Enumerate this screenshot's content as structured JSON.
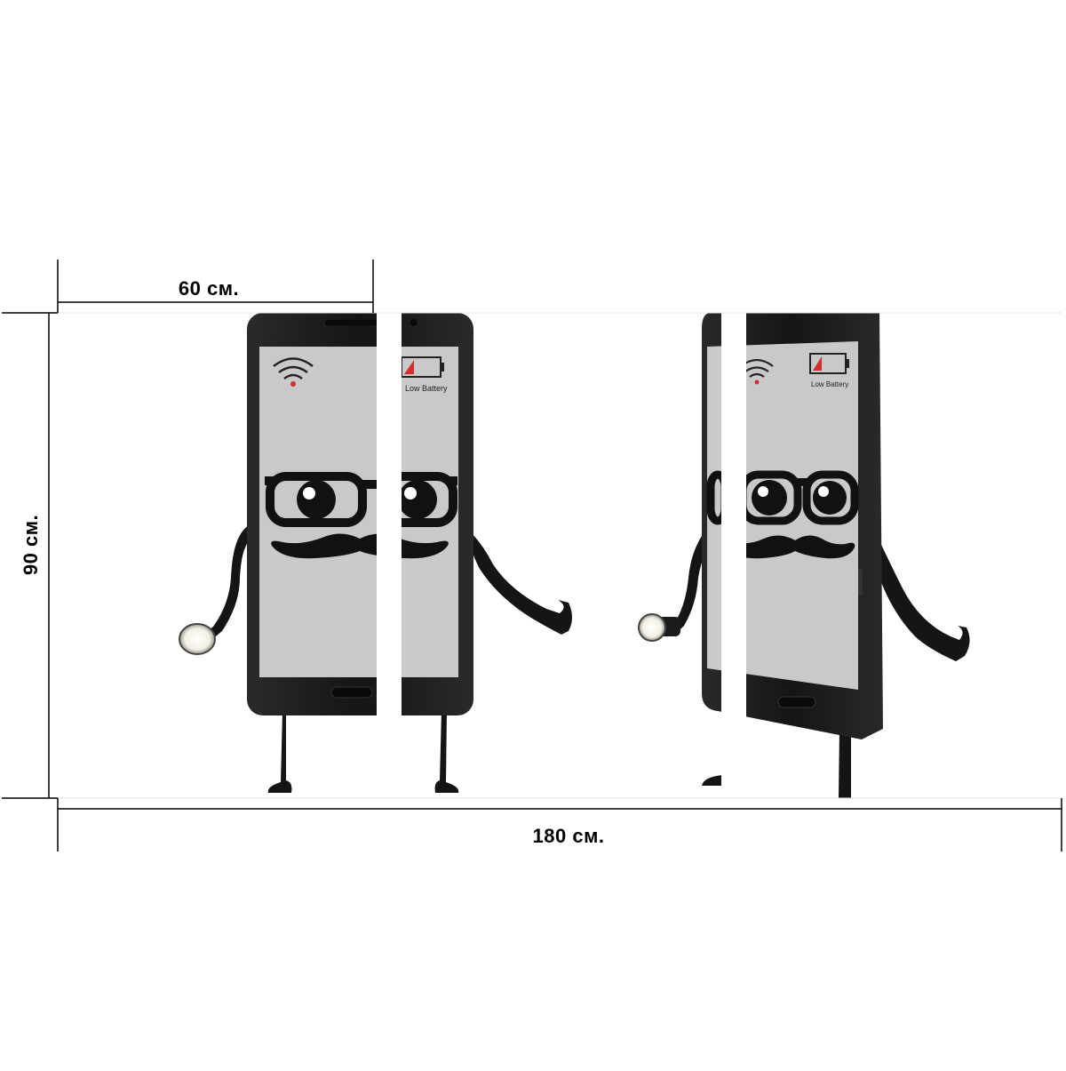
{
  "dimensions": {
    "width_label": "60 см.",
    "height_label": "90 см.",
    "total_width_label": "180 см."
  },
  "phones": [
    {
      "battery_label": "Low Battery"
    },
    {
      "battery_label": "Low Battery"
    }
  ],
  "colors": {
    "background": "#ffffff",
    "phone_body": "#1b1b1b",
    "screen": "#c9c9c9",
    "battery_red": "#d22c2c",
    "wifi_red": "#d22c2c"
  },
  "panels": {
    "count": 3,
    "gap": "white"
  }
}
